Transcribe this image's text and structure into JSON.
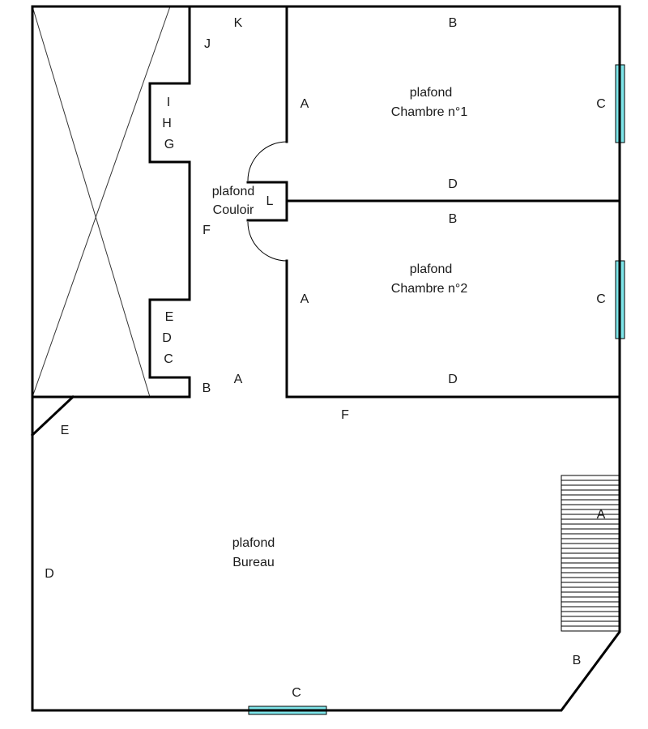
{
  "colors": {
    "wall": "#000000",
    "window": "#7fe6ea",
    "background": "#ffffff"
  },
  "rooms": {
    "chambre1": {
      "line1": "plafond",
      "line2": "Chambre n°1"
    },
    "chambre2": {
      "line1": "plafond",
      "line2": "Chambre n°2"
    },
    "couloir": {
      "line1": "plafond",
      "line2": "Couloir"
    },
    "bureau": {
      "line1": "plafond",
      "line2": "Bureau"
    }
  },
  "wall_labels": {
    "couloir": [
      "K",
      "J",
      "I",
      "H",
      "G",
      "L",
      "F",
      "E",
      "D",
      "C",
      "B",
      "A"
    ],
    "chambre1": [
      "B",
      "A",
      "C",
      "D"
    ],
    "chambre2": [
      "B",
      "A",
      "C",
      "D"
    ],
    "bureau": [
      "F",
      "E",
      "D",
      "A",
      "B",
      "C"
    ]
  }
}
